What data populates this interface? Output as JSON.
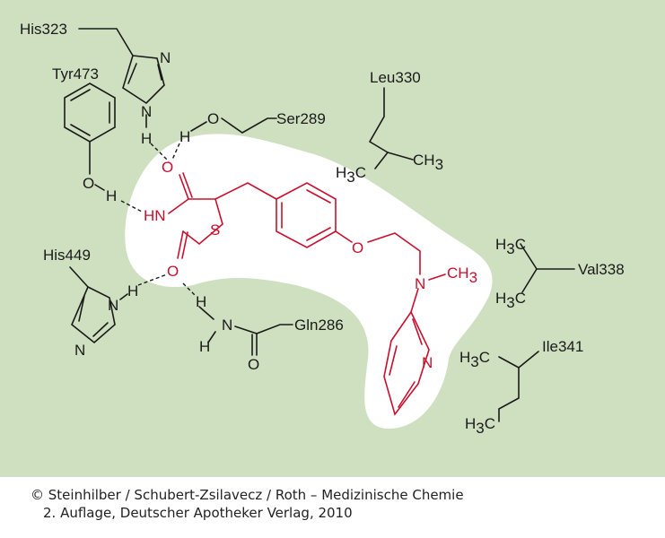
{
  "colors": {
    "background": "#cfe0c0",
    "pocket": "#ffffff",
    "ligand": "#c8102e",
    "residue": "#1a1a1a"
  },
  "residues": {
    "his323": "His323",
    "tyr473": "Tyr473",
    "ser289": "Ser289",
    "leu330": "Leu330",
    "his449": "His449",
    "gln286": "Gln286",
    "val338": "Val338",
    "ile341": "Ile341"
  },
  "atoms": {
    "N": "N",
    "H": "H",
    "O": "O",
    "S": "S",
    "HN": "HN",
    "C": "C",
    "H3": "H",
    "sub3": "3",
    "CH3": "CH",
    "CH3_ligand": "CH"
  },
  "credit": {
    "line1": "© Steinhilber / Schubert-Zsilavecz / Roth – Medizinische Chemie",
    "line2": "2. Auflage, Deutscher Apotheker Verlag, 2010"
  }
}
